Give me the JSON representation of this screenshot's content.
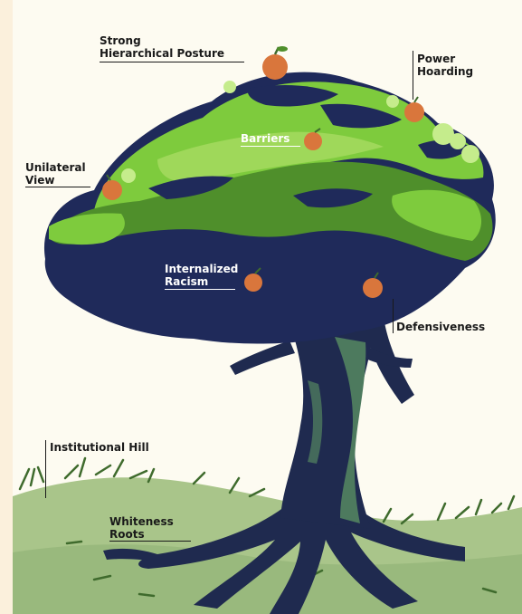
{
  "labels": {
    "strong_hierarchical_posture": [
      "Strong",
      "Hierarchical Posture"
    ],
    "power_hoarding": [
      "Power",
      "Hoarding"
    ],
    "barriers": "Barriers",
    "unilateral_view": [
      "Unilateral",
      "View"
    ],
    "internalized_racism": [
      "Internalized",
      "Racism"
    ],
    "defensiveness": "Defensiveness",
    "institutional_hill": "Institutional Hill",
    "whiteness_roots": [
      "Whiteness",
      "Roots"
    ]
  },
  "colors": {
    "page_background": "#fbf0dc",
    "sky": "#fdfbf1",
    "hill_light": "#a9c58a",
    "hill_dark": "#8fb174",
    "grass_blades": "#3f6b2d",
    "foliage_bright": "#7ecb3d",
    "foliage_mid": "#4f8f2b",
    "foliage_dark": "#1f2a5a",
    "foliage_highlight": "#c5ec8c",
    "trunk_dark": "#1f2a4f",
    "trunk_green": "#4d7a5e",
    "fruit": "#d9763c",
    "label_text": "#1a1a1a",
    "label_text_on_dark": "#ffffff"
  }
}
